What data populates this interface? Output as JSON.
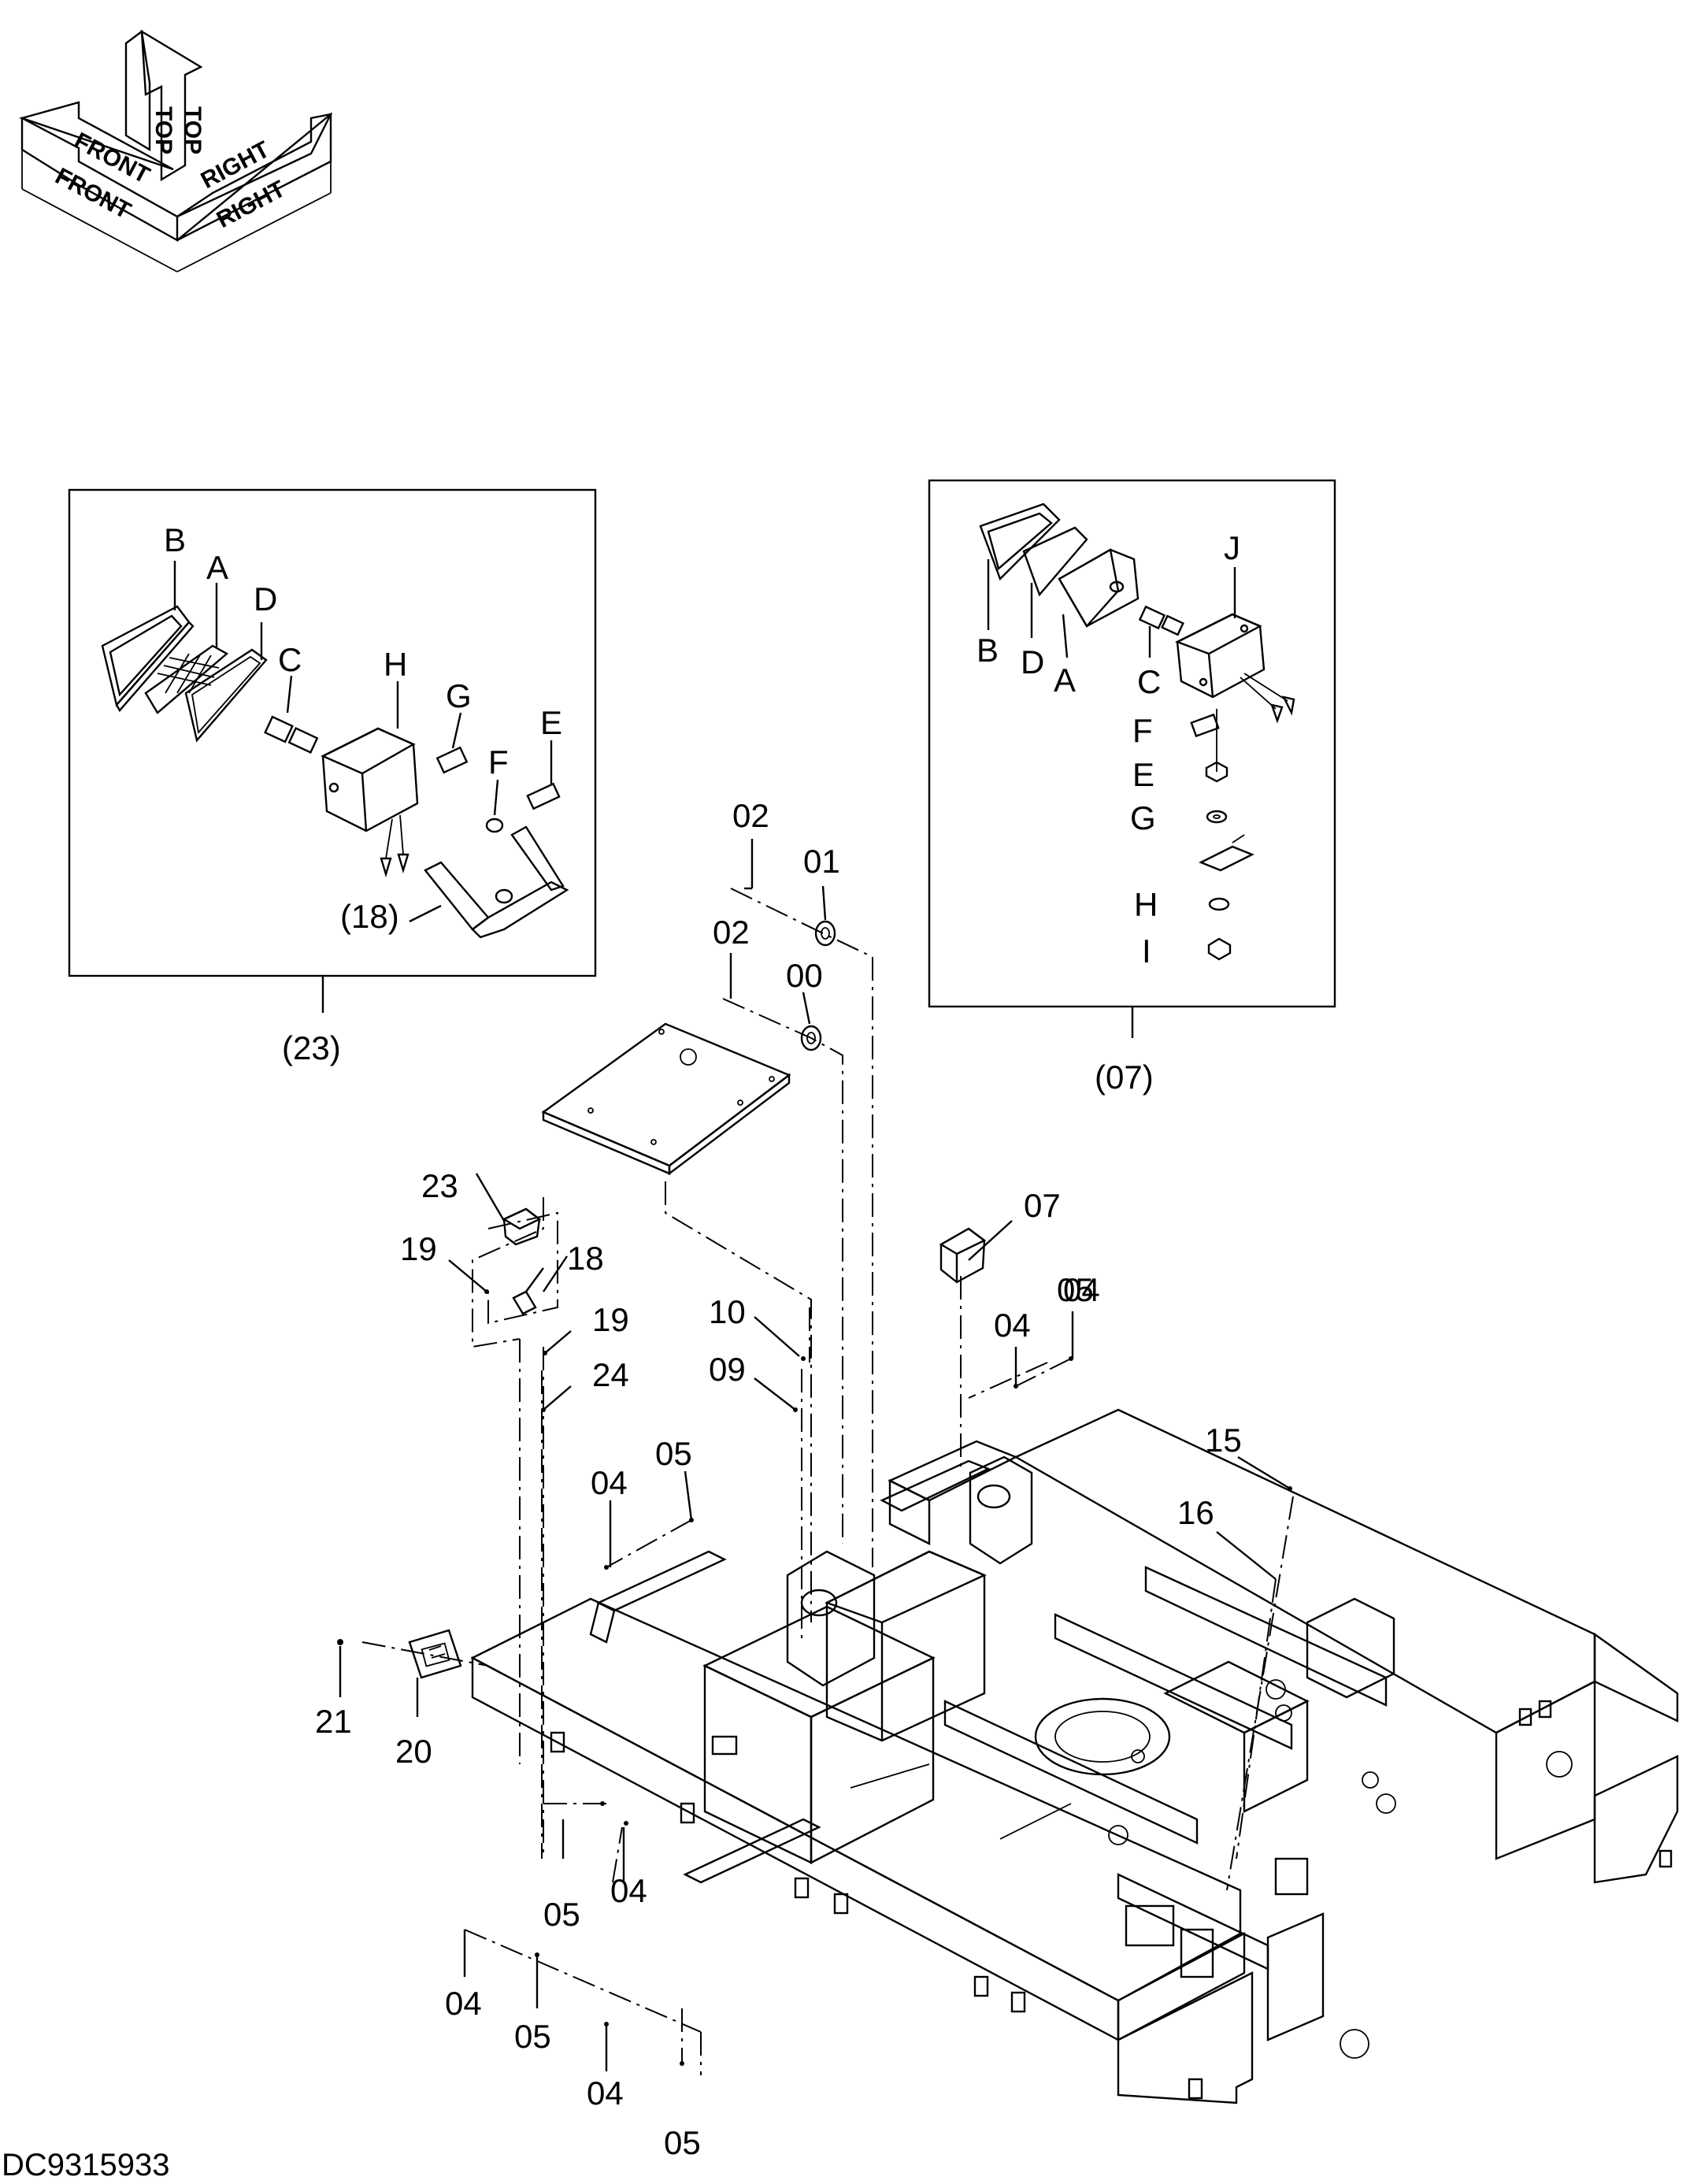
{
  "drawing_code": "DC9315933",
  "orientation": {
    "front": "FRONT",
    "top": "TOP",
    "right": "RIGHT"
  },
  "detail_work_light": {
    "callout": "(23)",
    "letters": {
      "A": "A",
      "B": "B",
      "C": "C",
      "D": "D",
      "E": "E",
      "F": "F",
      "G": "G",
      "H": "H"
    },
    "bracket_ref": "(18)"
  },
  "detail_side_light": {
    "callout": "(07)",
    "letters": {
      "A": "A",
      "B": "B",
      "C": "C",
      "D": "D",
      "E": "E",
      "F": "F",
      "G": "G",
      "H": "H",
      "I": "I",
      "J": "J"
    }
  },
  "part_labels": [
    "00",
    "01",
    "02",
    "02",
    "04",
    "04",
    "04",
    "04",
    "04",
    "04",
    "05",
    "05",
    "05",
    "05",
    "05",
    "05",
    "07",
    "09",
    "10",
    "15",
    "16",
    "18",
    "19",
    "19",
    "20",
    "21",
    "23",
    "24"
  ]
}
